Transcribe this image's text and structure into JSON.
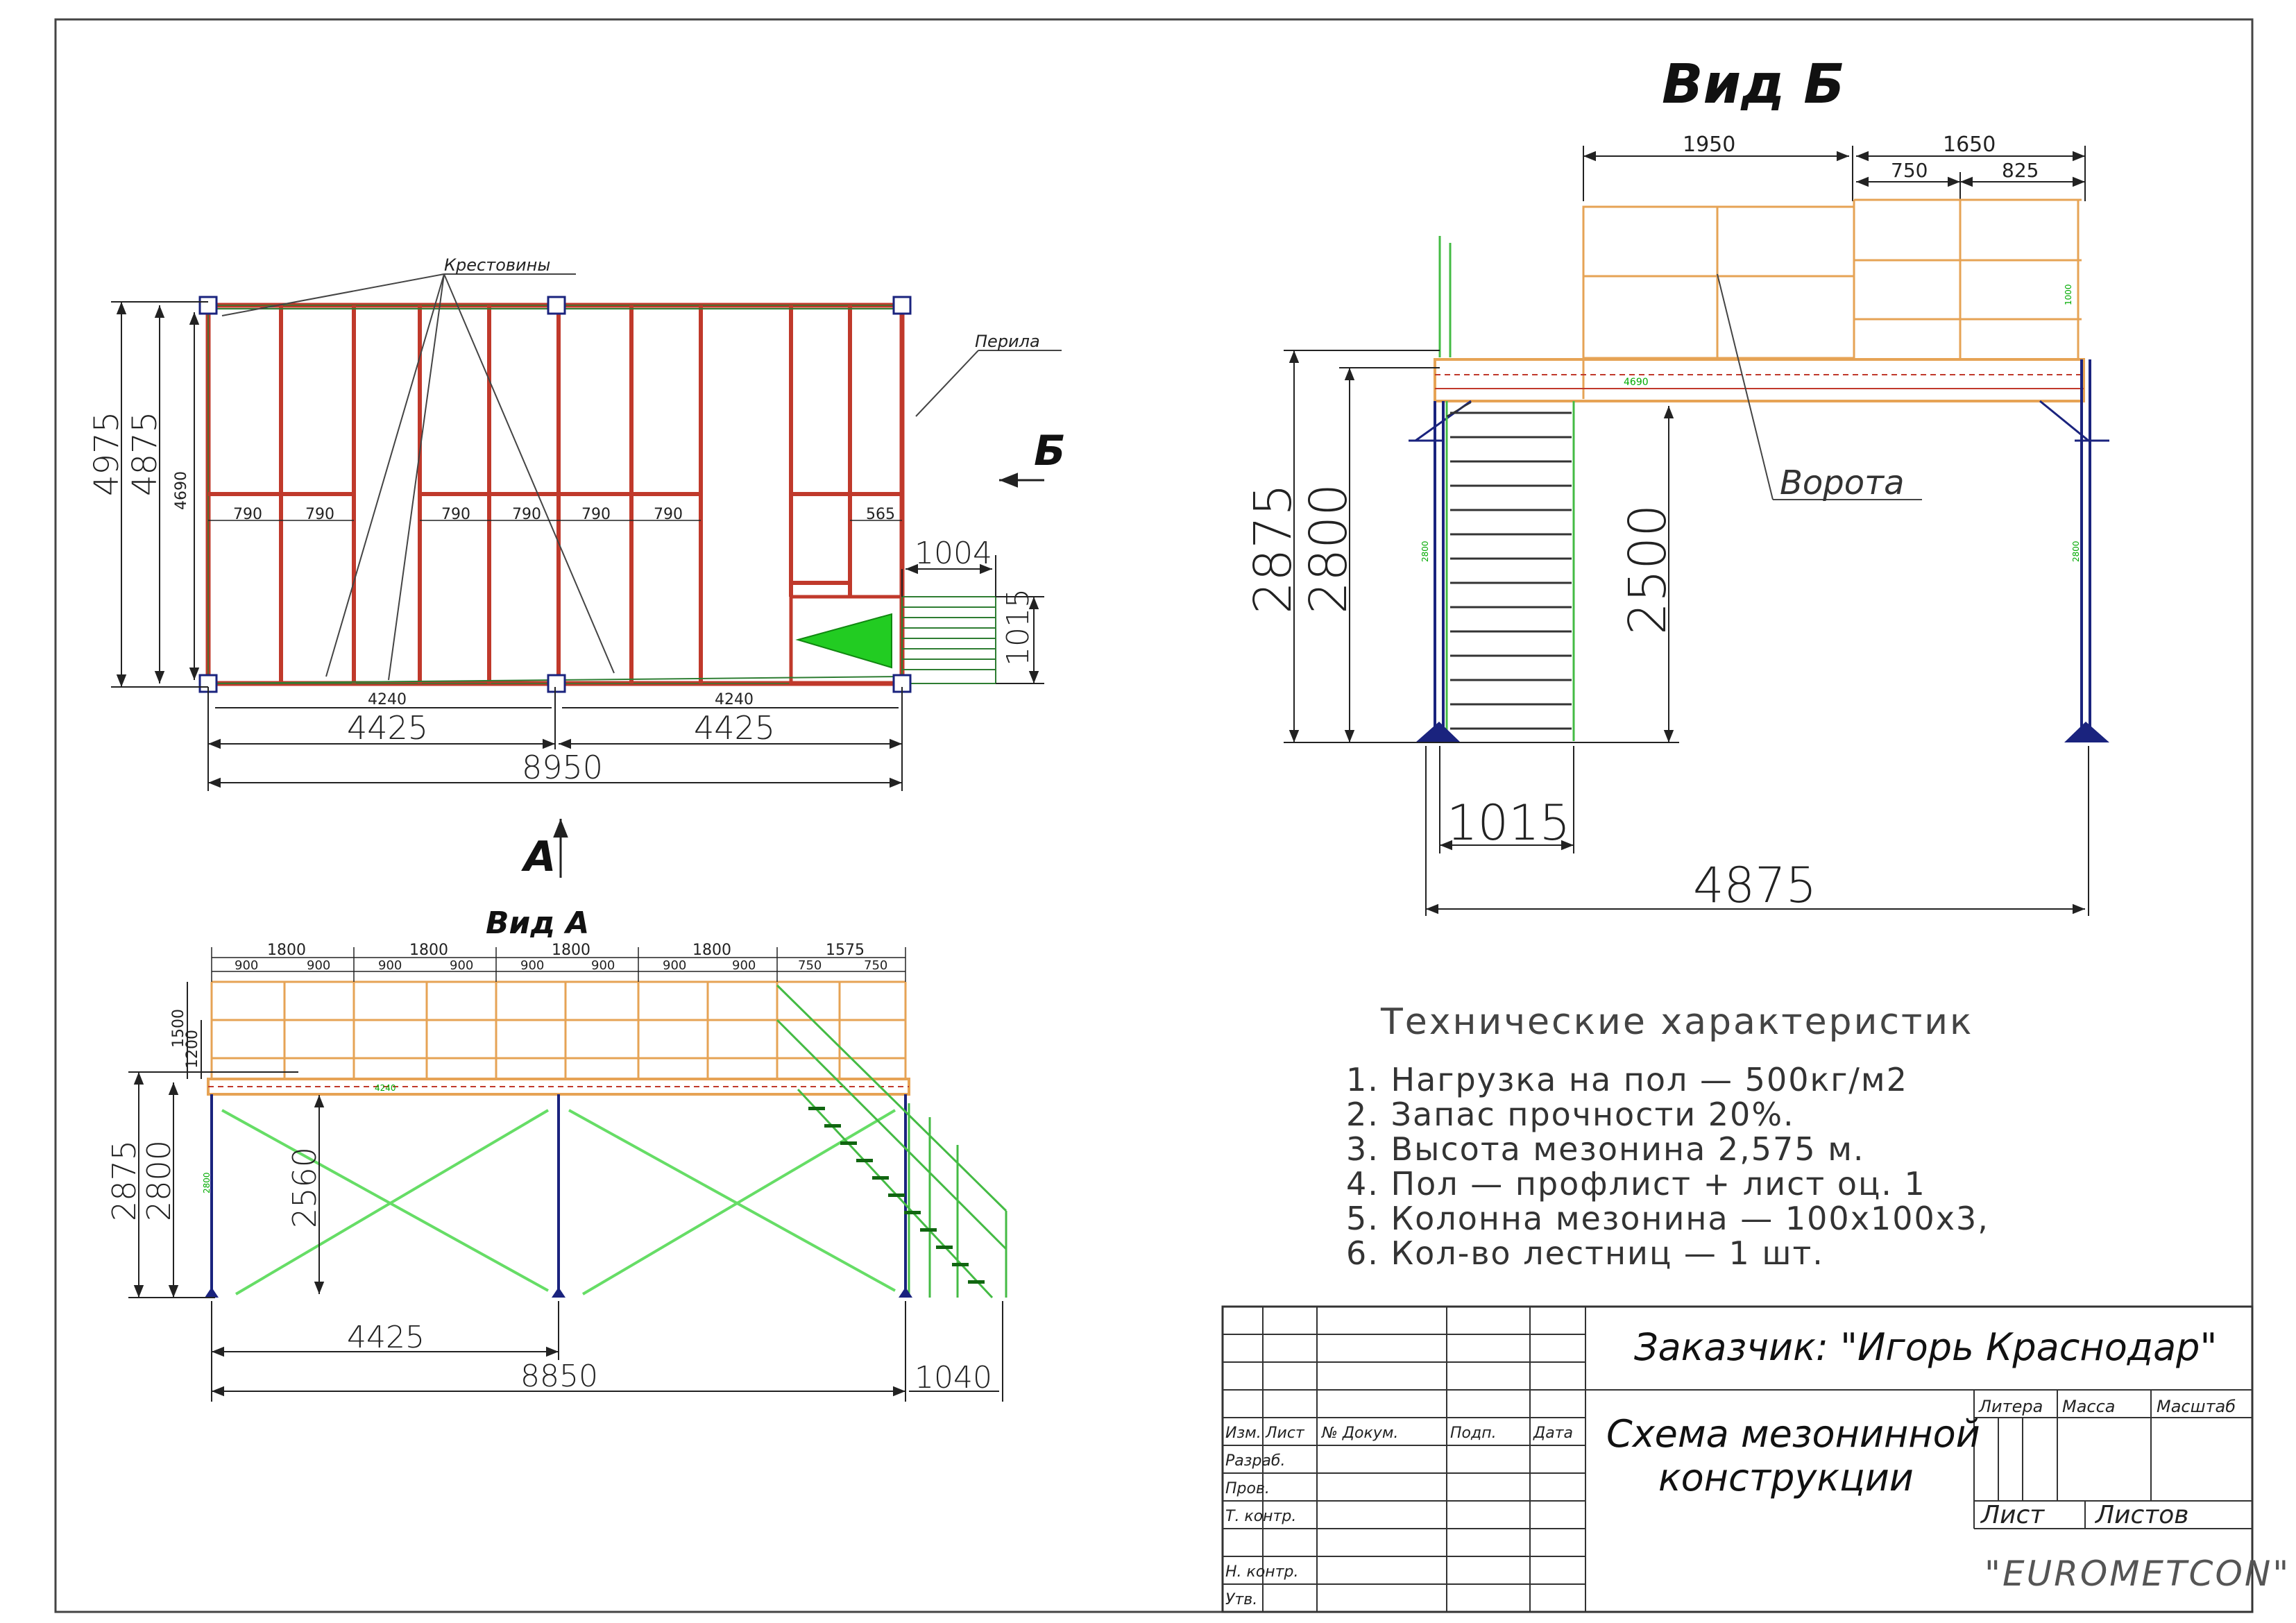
{
  "plan": {
    "label_crosses": "Крестовины",
    "label_railing": "Перила",
    "arrow_b": "Б",
    "arrow_a": "А",
    "dim_total_height": "4975",
    "dim_inner_height": "4875",
    "dim_frame_height": "4690",
    "dim_bay_left": "4240",
    "dim_bay_right": "4240",
    "dim_half_left": "4425",
    "dim_half_right": "4425",
    "dim_total_length": "8950",
    "dim_stair_offset": "1004",
    "dim_stair_width": "1015",
    "span_790": [
      "790",
      "790",
      "790",
      "790",
      "790",
      "790"
    ],
    "span_565": "565"
  },
  "view_a": {
    "title": "Вид А",
    "top_1800": [
      "1800",
      "1800",
      "1800",
      "1800"
    ],
    "top_900": [
      "900",
      "900",
      "900",
      "900",
      "900",
      "900",
      "900",
      "900"
    ],
    "top_1575": "1575",
    "top_750": [
      "750",
      "750"
    ],
    "dim_rail_1500": "1500",
    "dim_rail_1200": "1200",
    "dim_height_2875": "2875",
    "dim_height_2800": "2800",
    "dim_height_2560": "2560",
    "dim_bottom_4425": "4425",
    "dim_bottom_8850": "8850",
    "dim_bottom_1040": "1040",
    "beam_label": "4240",
    "col_label": "2800"
  },
  "view_b": {
    "title": "Вид Б",
    "dim_1950": "1950",
    "dim_1650": "1650",
    "dim_750": "750",
    "dim_825": "825",
    "dim_2875": "2875",
    "dim_2800": "2800",
    "dim_2500": "2500",
    "dim_1015": "1015",
    "dim_4875": "4875",
    "label_gate": "Ворота",
    "beam_label": "4690",
    "col_label_left": "2800",
    "col_label_right": "2800",
    "rail_label": "1000"
  },
  "specs": {
    "title": "Технические характеристик",
    "items": [
      "1.   Нагрузка на пол — 500кг/м2",
      "2.   Запас прочности 20%.",
      "3.   Высота мезонина 2,575 м.",
      "4.   Пол — профлист + лист оц. 1",
      "5.   Колонна мезонина — 100х100х3,",
      "6.   Кол-во лестниц — 1 шт."
    ]
  },
  "title_block": {
    "customer": "Заказчик: \"Игорь Краснодар\"",
    "drawing_title_1": "Схема мезонинной",
    "drawing_title_2": "конструкции",
    "company": "\"EUROMETCON\"",
    "headers": [
      "Изм.",
      "Лист",
      "№ Докум.",
      "Подп.",
      "Дата"
    ],
    "rows": [
      "Разраб.",
      "Пров.",
      "Т. контр.",
      "",
      "Н. контр.",
      "Утв."
    ],
    "litera": "Литера",
    "massa": "Масса",
    "masshtab": "Масштаб",
    "list": "Лист",
    "listov": "Листов"
  }
}
